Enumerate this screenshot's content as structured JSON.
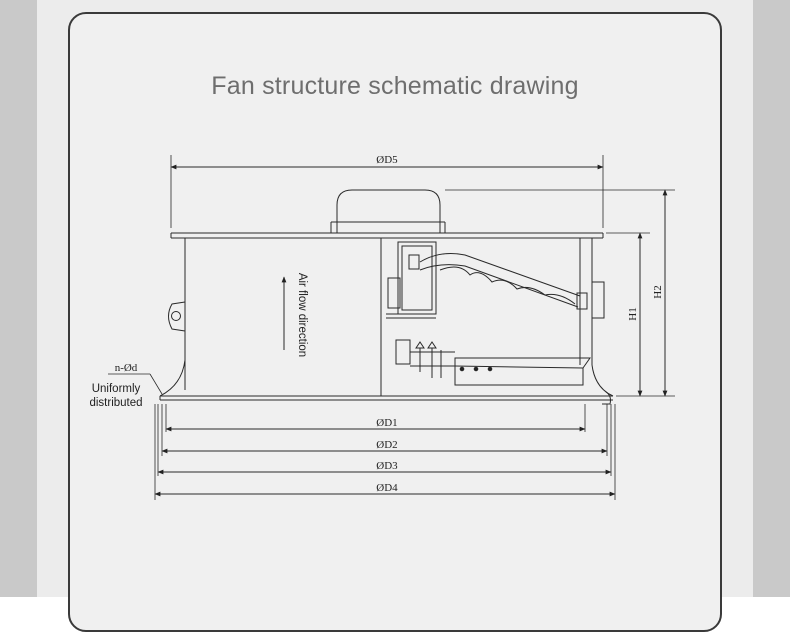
{
  "title": "Fan structure schematic drawing",
  "labels": {
    "d5": "ØD5",
    "d1": "ØD1",
    "d2": "ØD2",
    "d3": "ØD3",
    "d4": "ØD4",
    "h1": "H1",
    "h2": "H2",
    "nd": "n-Ød",
    "uniform_line1": "Uniformly",
    "uniform_line2": "distributed",
    "airflow": "Air flow direction"
  }
}
